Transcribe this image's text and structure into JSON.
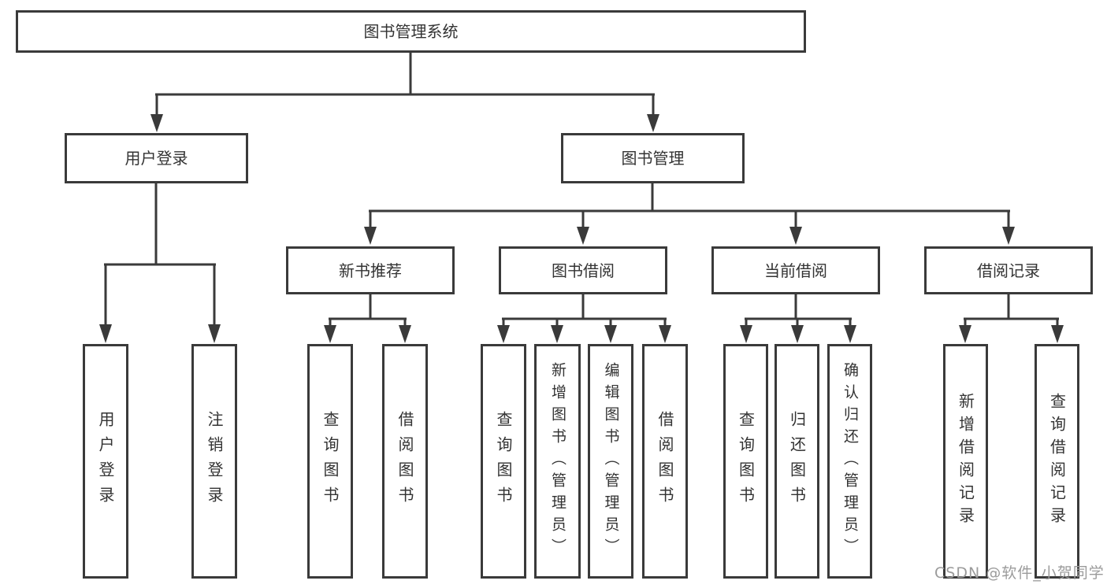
{
  "colors": {
    "line": "#3a3a3a",
    "text": "#333333",
    "watermark": "#9b9b9b",
    "background": "#ffffff"
  },
  "watermark": {
    "text": "CSDN @软件_小贺同学"
  },
  "chart_data": {
    "type": "tree-diagram",
    "title": "图书管理系统",
    "edges_note": "root -> level2 -> level3 -> leaves as drawn with arrows"
  },
  "tree": {
    "root": {
      "label": "图书管理系统"
    },
    "level2": [
      {
        "label": "用户登录"
      },
      {
        "label": "图书管理"
      }
    ],
    "level3": [
      {
        "label": "新书推荐",
        "parent": "图书管理"
      },
      {
        "label": "图书借阅",
        "parent": "图书管理"
      },
      {
        "label": "当前借阅",
        "parent": "图书管理"
      },
      {
        "label": "借阅记录",
        "parent": "图书管理"
      }
    ],
    "leaves": [
      {
        "label": "用户登录",
        "parent": "用户登录"
      },
      {
        "label": "注销登录",
        "parent": "用户登录"
      },
      {
        "label": "查询图书",
        "parent": "新书推荐"
      },
      {
        "label": "借阅图书",
        "parent": "新书推荐"
      },
      {
        "label": "查询图书",
        "parent": "图书借阅"
      },
      {
        "label": "新增图书（管理员）",
        "parent": "图书借阅"
      },
      {
        "label": "编辑图书（管理员）",
        "parent": "图书借阅"
      },
      {
        "label": "借阅图书",
        "parent": "图书借阅"
      },
      {
        "label": "查询图书",
        "parent": "当前借阅"
      },
      {
        "label": "归还图书",
        "parent": "当前借阅"
      },
      {
        "label": "确认归还（管理员）",
        "parent": "当前借阅"
      },
      {
        "label": "新增借阅记录",
        "parent": "借阅记录"
      },
      {
        "label": "查询借阅记录",
        "parent": "借阅记录"
      }
    ]
  }
}
